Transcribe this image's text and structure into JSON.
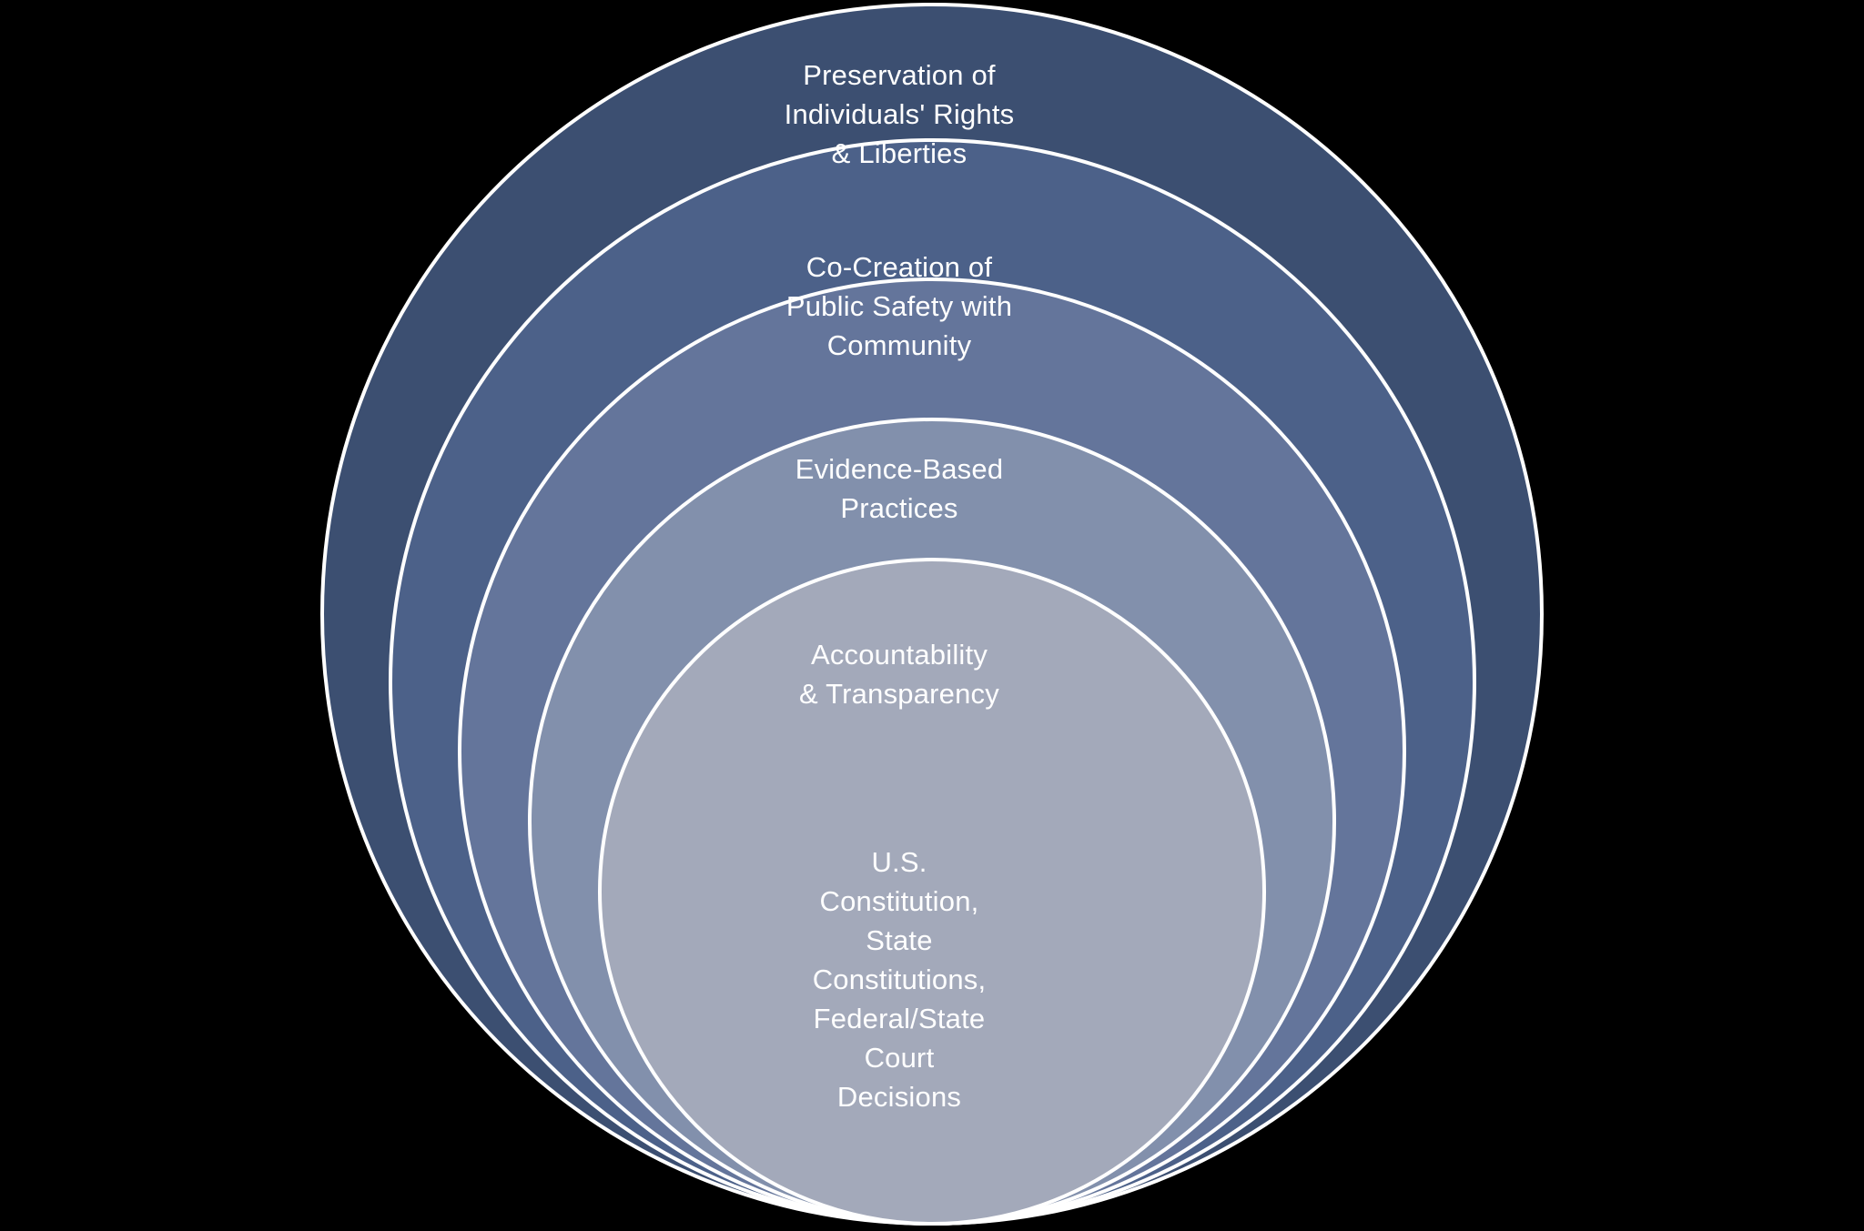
{
  "diagram": {
    "type": "nested-circles",
    "background_color": "#000000",
    "outline_color": "#FFFFFF",
    "text_color": "#FFFFFF",
    "rings": [
      {
        "label": "Preservation of\nIndividuals' Rights\n& Liberties",
        "color": "#3C4F71"
      },
      {
        "label": "Co-Creation of\nPublic Safety with\nCommunity",
        "color": "#4C6189"
      },
      {
        "label": "Evidence-Based\nPractices",
        "color": "#64759B"
      },
      {
        "label": "Accountability\n& Transparency",
        "color": "#8290AC"
      },
      {
        "label": "U.S.\nConstitution,\nState\nConstitutions,\nFederal/State\nCourt\nDecisions",
        "color": "#A3A9BA"
      }
    ]
  }
}
